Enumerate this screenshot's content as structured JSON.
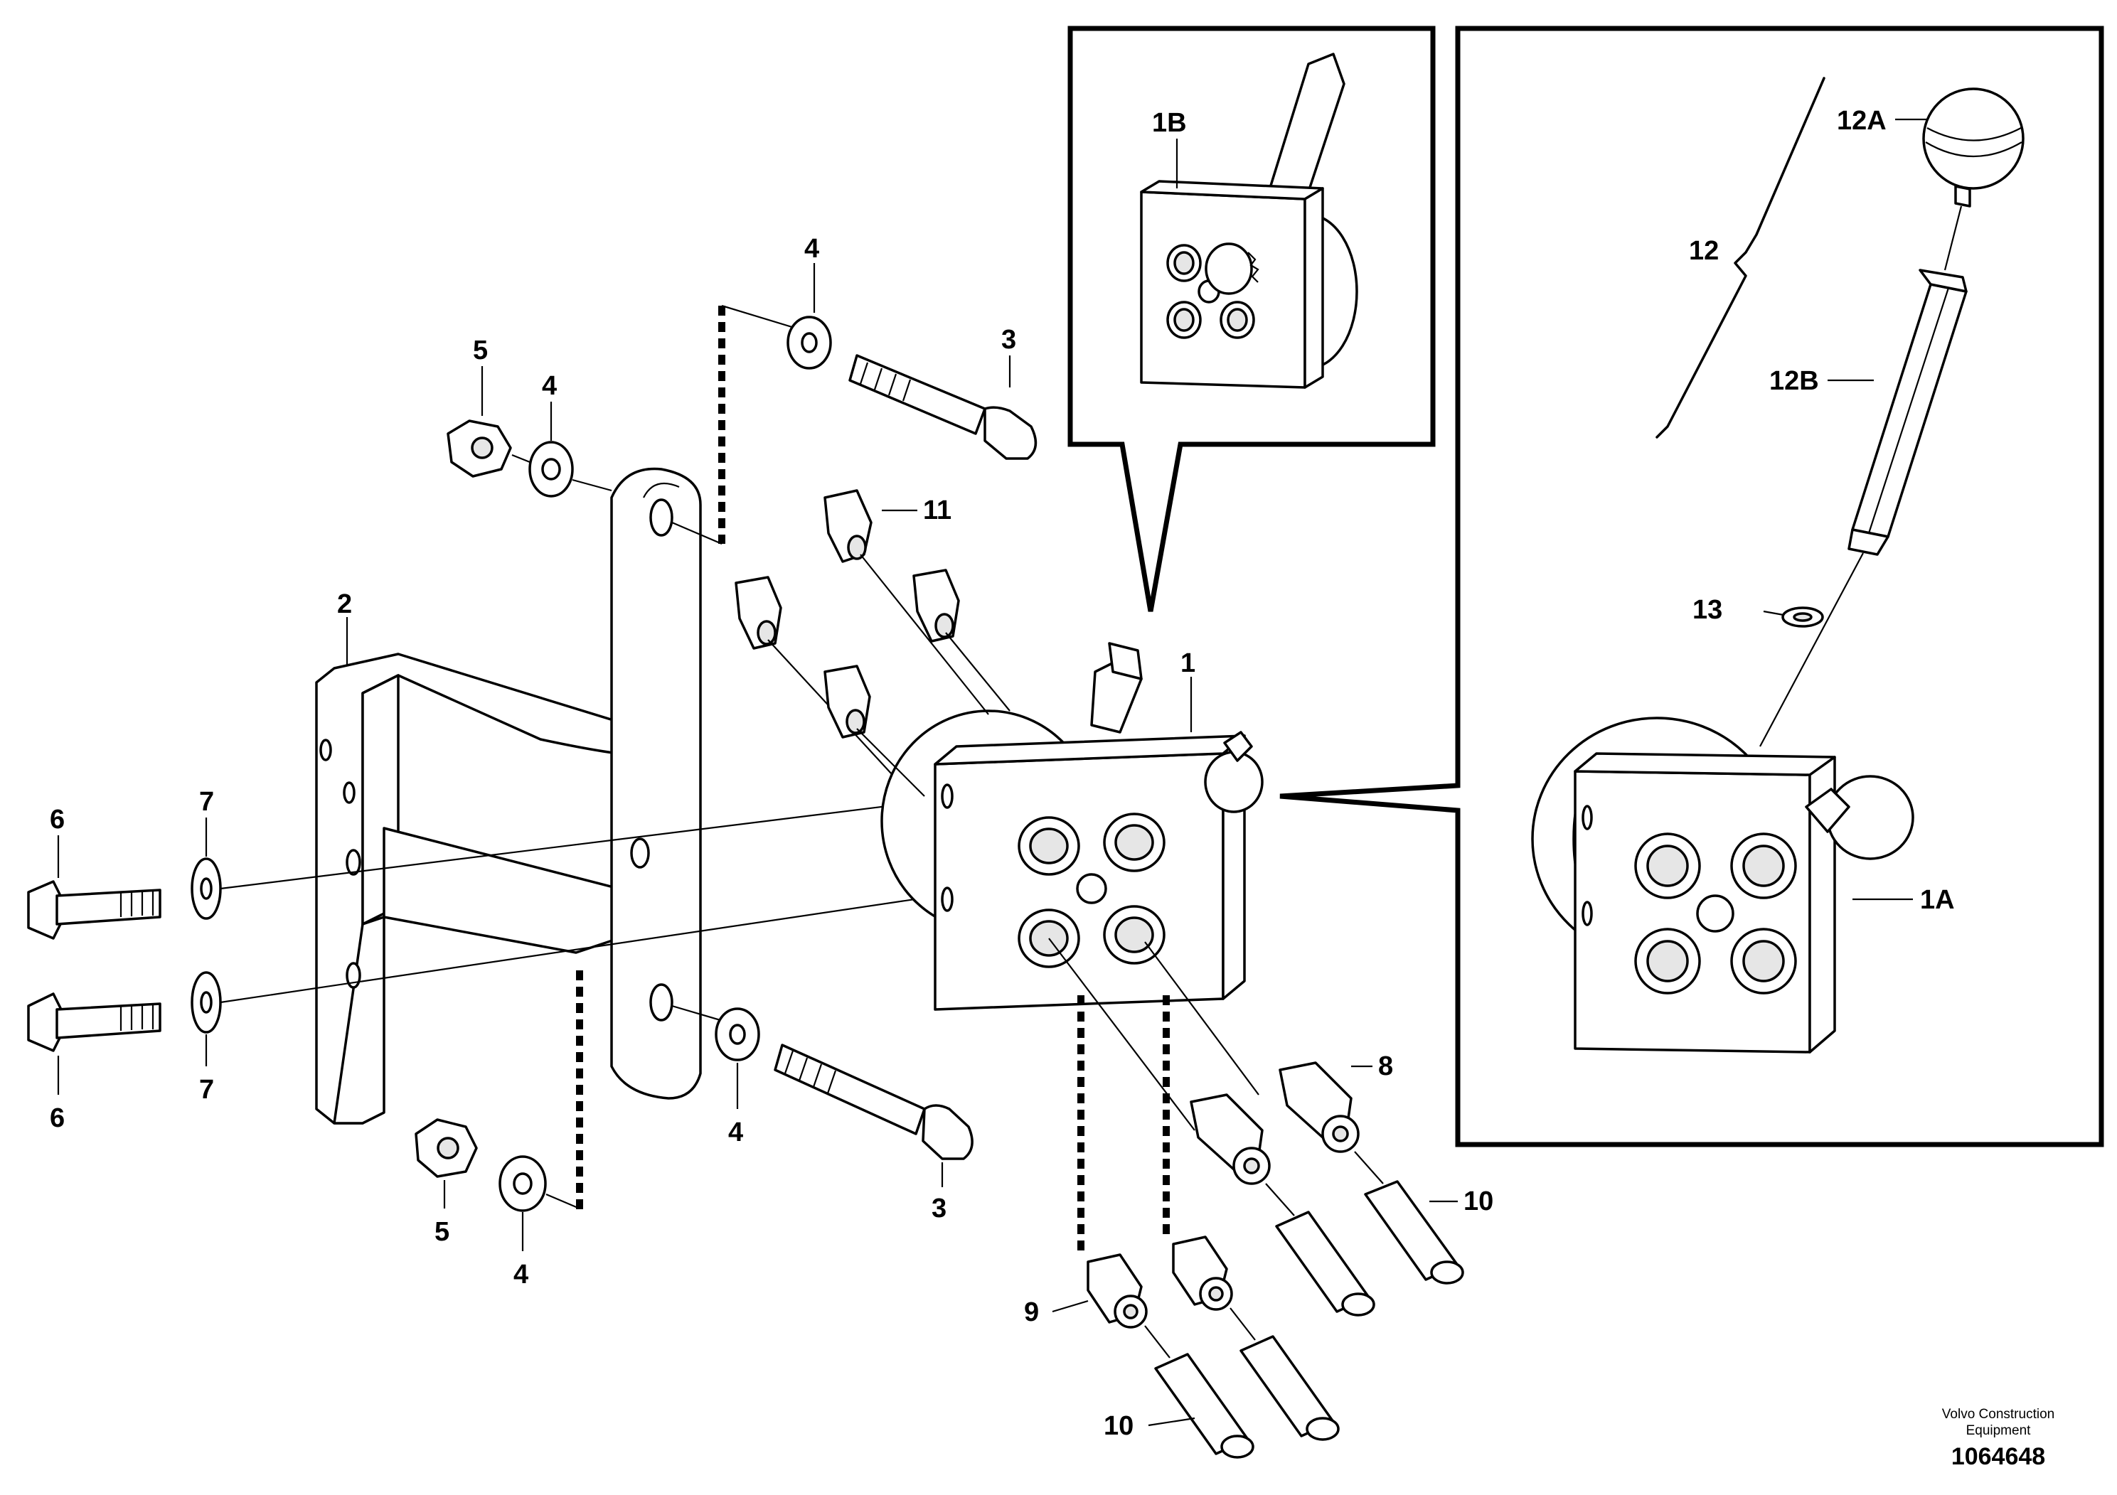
{
  "callouts": {
    "c1": "1",
    "c1a": "1A",
    "c1b": "1B",
    "c2": "2",
    "c3a": "3",
    "c3b": "3",
    "c4a": "4",
    "c4b": "4",
    "c4c": "4",
    "c4d": "4",
    "c5a": "5",
    "c5b": "5",
    "c6a": "6",
    "c6b": "6",
    "c7a": "7",
    "c7b": "7",
    "c8": "8",
    "c9": "9",
    "c10a": "10",
    "c10b": "10",
    "c11": "11",
    "c12": "12",
    "c12a": "12A",
    "c12b": "12B",
    "c13": "13"
  },
  "footer": {
    "maker_line1": "Volvo Construction",
    "maker_line2": "Equipment",
    "drawing_number": "1064648"
  }
}
